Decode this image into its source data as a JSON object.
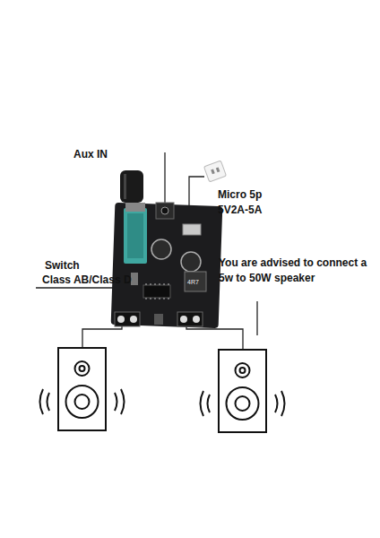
{
  "diagram": {
    "labels": [
      "Aux IN",
      "Micro 5p",
      "5V2A-5A",
      "Switch",
      "Class AB/Class D",
      "You are advised to connect a 5w to 50W speaker",
      "4R7"
    ]
  }
}
